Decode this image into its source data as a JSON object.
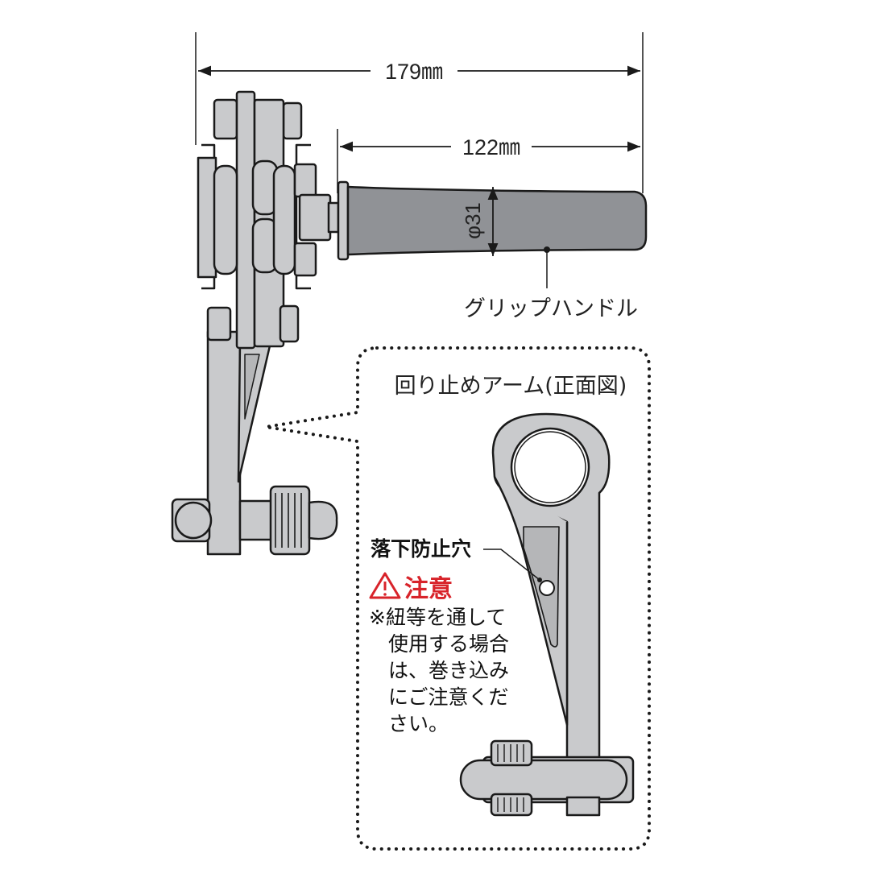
{
  "dimensions": {
    "overall_length": "179㎜",
    "handle_length": "122㎜",
    "handle_diameter": "φ31"
  },
  "labels": {
    "grip_handle": "グリップハンドル"
  },
  "detail_panel": {
    "title": "回り止めアーム(正面図)",
    "hole_label": "落下防止穴",
    "caution": {
      "title": "注意",
      "lines": [
        "※紐等を通して",
        "使用する場合",
        "は、巻き込み",
        "にご注意くだ",
        "さい。"
      ]
    }
  },
  "colors": {
    "part_fill": "#c9cacc",
    "handle_fill": "#909296",
    "outline": "#1a1a1a",
    "caution_red": "#d8232a"
  }
}
